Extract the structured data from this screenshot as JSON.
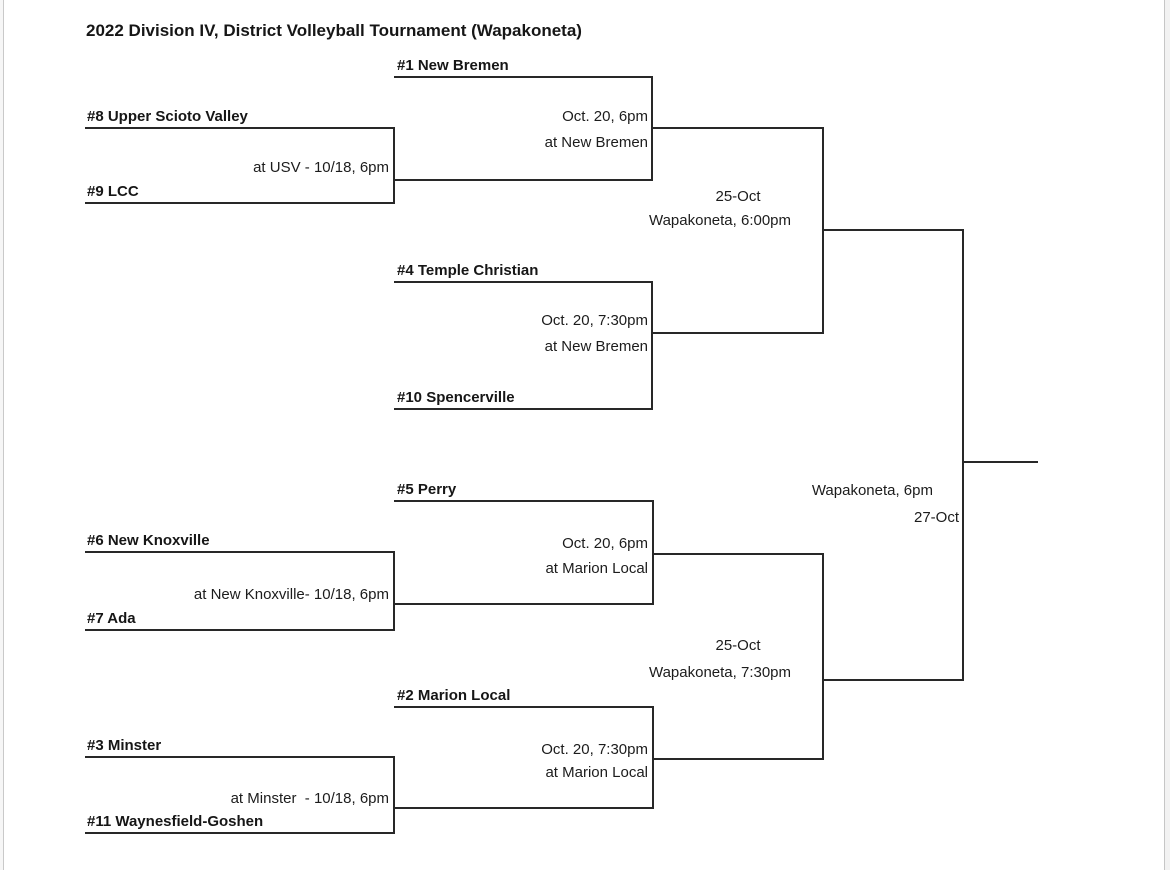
{
  "title": "2022 Division IV, District Volleyball Tournament (Wapakoneta)",
  "colors": {
    "line": "#282828",
    "background": "#ffffff"
  },
  "teams": {
    "new_bremen": "#1 New Bremen",
    "upper_scioto_valley": "#8 Upper Scioto Valley",
    "lcc": "#9 LCC",
    "temple_christian": "#4 Temple Christian",
    "spencerville": "#10 Spencerville",
    "perry": "#5 Perry",
    "new_knoxville": "#6 New Knoxville",
    "ada": "#7 Ada",
    "marion_local": "#2 Marion Local",
    "minster": "#3 Minster",
    "waynesfield_goshen": "#11 Waynesfield-Goshen"
  },
  "matches": {
    "first_round": [
      {
        "location_time": "at USV - 10/18, 6pm"
      },
      {
        "location_time": "at New Knoxville- 10/18, 6pm"
      },
      {
        "location_time": "at Minster  - 10/18, 6pm"
      }
    ],
    "quarterfinals": [
      {
        "datetime": "Oct. 20, 6pm",
        "site": "at New Bremen"
      },
      {
        "datetime": "Oct. 20, 7:30pm",
        "site": "at New Bremen"
      },
      {
        "datetime": "Oct. 20, 6pm",
        "site": "at Marion Local"
      },
      {
        "datetime": "Oct. 20, 7:30pm",
        "site": "at Marion Local"
      }
    ],
    "semifinals": [
      {
        "date": "25-Oct",
        "site_time": "Wapakoneta, 6:00pm"
      },
      {
        "date": "25-Oct",
        "site_time": "Wapakoneta, 7:30pm"
      }
    ],
    "championship": {
      "site_time": "Wapakoneta, 6pm",
      "date": "27-Oct"
    }
  }
}
